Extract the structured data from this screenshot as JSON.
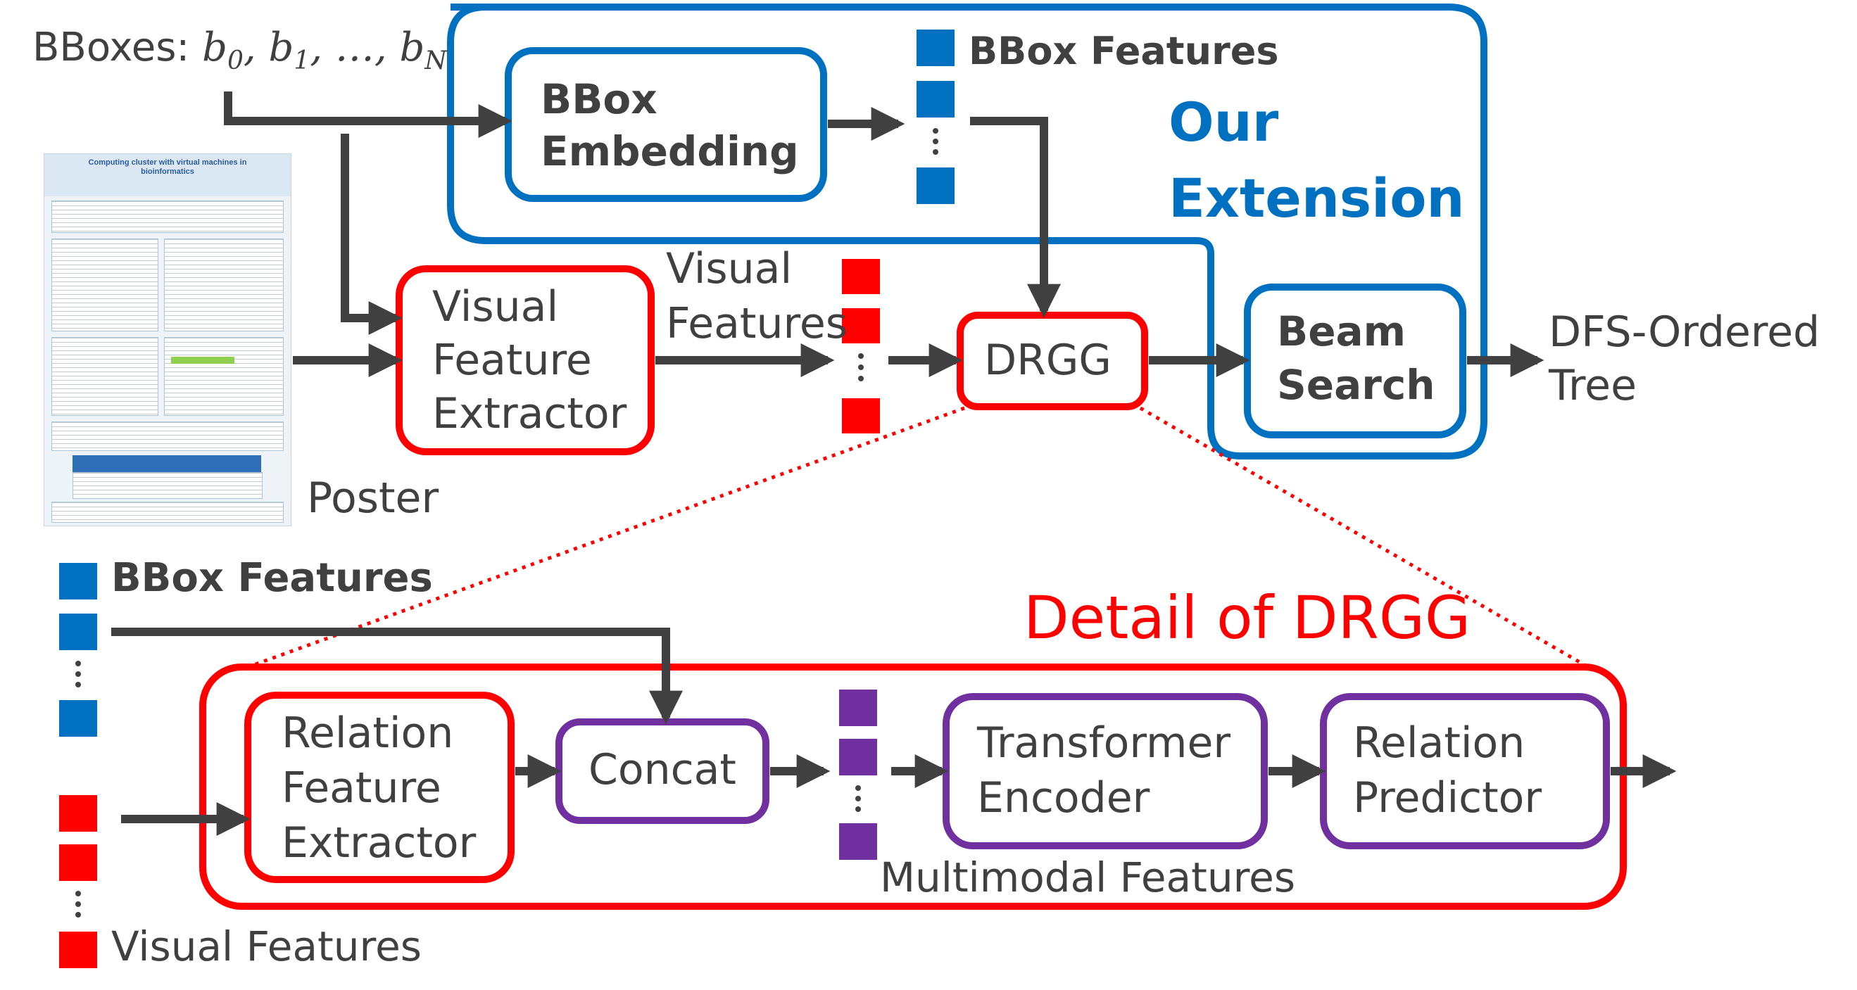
{
  "top": {
    "bboxes_label_prefix": "BBoxes: ",
    "bboxes_b0": "b",
    "bboxes_b0_sub": "0",
    "bboxes_sep1": ", ",
    "bboxes_b1": "b",
    "bboxes_b1_sub": "1",
    "bboxes_sep2": ", …, ",
    "bboxes_bn": "b",
    "bboxes_bn_sub": "N",
    "bbox_embedding_line1": "BBox",
    "bbox_embedding_line2": "Embedding",
    "bbox_features_label": "BBox Features",
    "extension_line1": "Our",
    "extension_line2": "Extension",
    "visual_feature_extractor_line1": "Visual",
    "visual_feature_extractor_line2": "Feature",
    "visual_feature_extractor_line3": "Extractor",
    "visual_features_line1": "Visual",
    "visual_features_line2": "Features",
    "drgg_label": "DRGG",
    "beam_search_line1": "Beam",
    "beam_search_line2": "Search",
    "output_line1": "DFS-Ordered",
    "output_line2": "Tree",
    "poster_label": "Poster",
    "poster_title": "Computing cluster with virtual machines in bioinformatics"
  },
  "detail": {
    "title": "Detail of DRGG",
    "bbox_features_label": "BBox Features",
    "visual_features_label": "Visual Features",
    "relation_feature_extractor_line1": "Relation",
    "relation_feature_extractor_line2": "Feature",
    "relation_feature_extractor_line3": "Extractor",
    "concat_label": "Concat",
    "multimodal_features_label": "Multimodal Features",
    "transformer_encoder_line1": "Transformer",
    "transformer_encoder_line2": "Encoder",
    "relation_predictor_line1": "Relation",
    "relation_predictor_line2": "Predictor"
  },
  "colors": {
    "blue": "#0070c0",
    "red": "#ff0000",
    "purple": "#7030a0",
    "arrow": "#404040",
    "text": "#404040"
  },
  "icons": {
    "arrowhead": "filled-triangle-arrowhead",
    "feature_cell": "filled-square",
    "vertical_ellipsis": "three-dots"
  }
}
